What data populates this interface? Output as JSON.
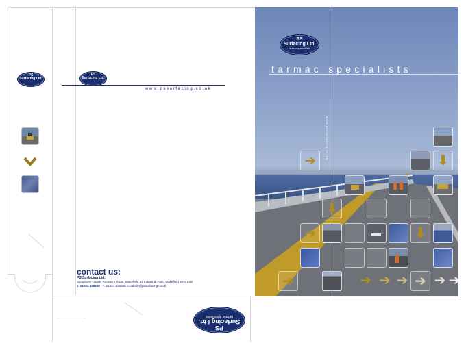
{
  "logo": {
    "brand_line1": "PS",
    "brand_line2": "Surfacing Ltd.",
    "tagline": "tarmac specialists",
    "color": "#1b2e6e"
  },
  "cover": {
    "headline": "tarmac specialists",
    "vertical_url": "w w w . p s s u r f a c i n g . c o . u k"
  },
  "inside": {
    "website": "w w w . p s s u r f a c i n g . c o . u k"
  },
  "contact": {
    "heading": "contact us:",
    "company": "PS Surfacing Ltd.",
    "address": "Symphony House, Kenmore Road, Wakefield 41 Industrial Park, Wakefield  WF2 0XE",
    "tel_label": "T: 01924 826555",
    "fax_email": "F: 01924 829666    E: admin@pssurfacing.co.uk"
  },
  "colors": {
    "accent_gold": "#b08c1f",
    "heading_blue": "#1b2e6e"
  },
  "icons": {
    "arrow": "arrow-right-icon",
    "arrow_down": "arrow-down-icon"
  }
}
